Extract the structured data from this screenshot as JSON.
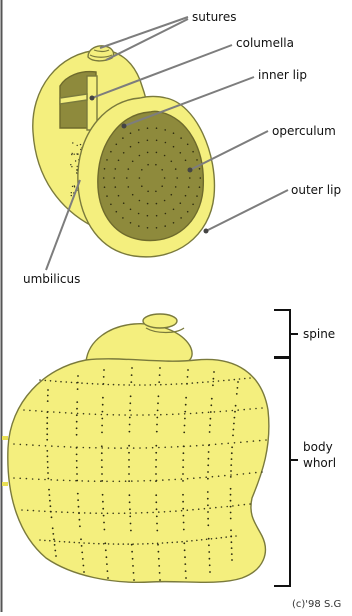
{
  "colors": {
    "shell": "#f4ef7e",
    "shell_light": "#fbf7b0",
    "shell_outline": "#7a7a3c",
    "operculum": "#8e8a3c",
    "operculum_dark": "#6e6a2c",
    "leader": "#7d7d7d",
    "ink": "#111111"
  },
  "labels": {
    "sutures": "sutures",
    "columella": "columella",
    "inner_lip": "inner lip",
    "operculum": "operculum",
    "outer_lip": "outer lip",
    "umbilicus": "umbilicus",
    "spine": "spine",
    "body_whorl_line1": "body",
    "body_whorl_line2": "whorl",
    "copyright": "(c)'98 S.G"
  }
}
